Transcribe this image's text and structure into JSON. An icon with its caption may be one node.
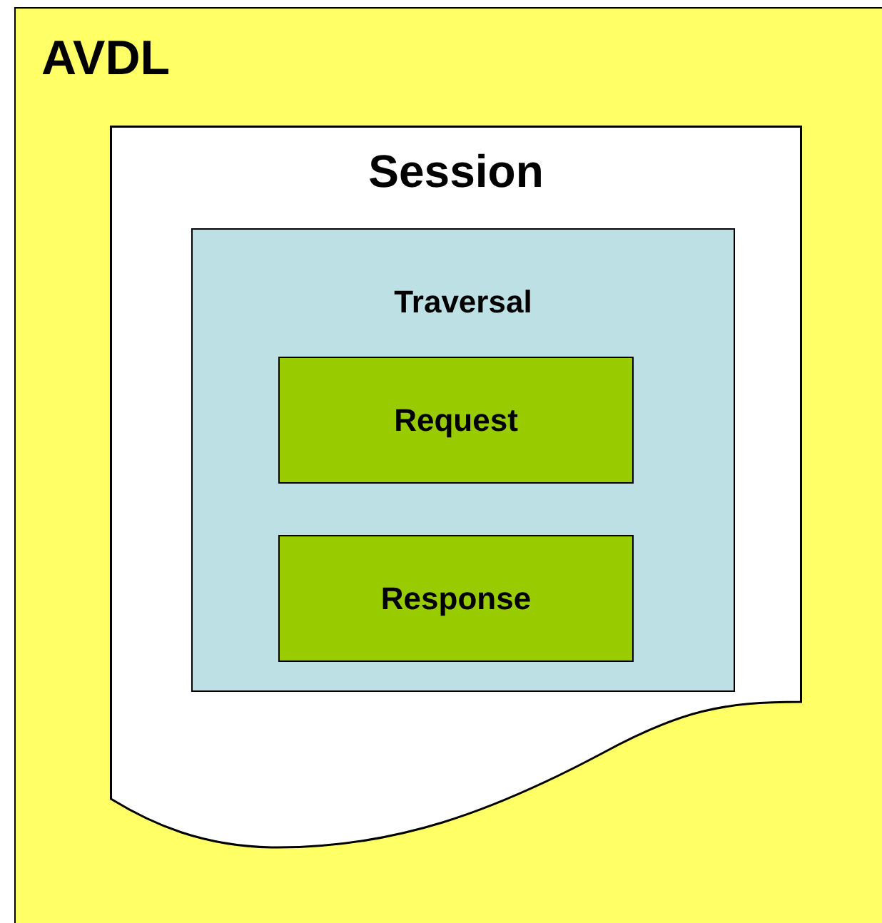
{
  "diagram": {
    "nodes": [
      {
        "text": [
          "AVDL"
        ]
      },
      {
        "text": [
          "Session"
        ],
        "in": 0
      },
      {
        "text": [
          "Traversal"
        ],
        "in": 1
      },
      {
        "text": [
          "Request"
        ],
        "in": 2
      },
      {
        "text": [
          "Response"
        ],
        "in": 2
      }
    ]
  }
}
